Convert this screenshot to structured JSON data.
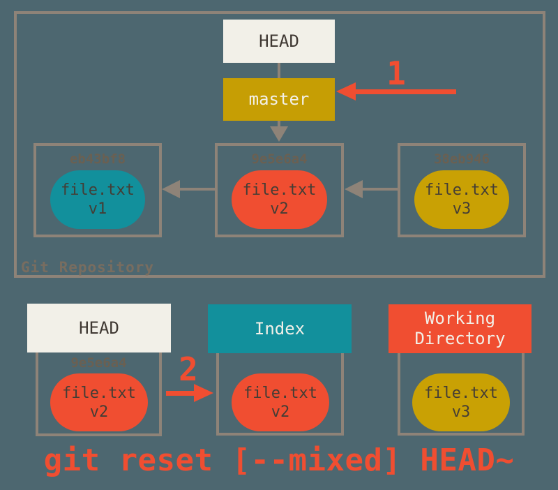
{
  "colors": {
    "background": "#4d6770",
    "border_gray": "#8e8378",
    "accent_red": "#f04e31",
    "teal": "#12909c",
    "gold": "#c69e04",
    "cream": "#f2f0e8"
  },
  "repo": {
    "label": "Git Repository",
    "head_label": "HEAD",
    "branch_label": "master",
    "step_label": "1",
    "commits": [
      {
        "hash": "eb43bf8",
        "file": "file.txt",
        "version": "v1"
      },
      {
        "hash": "9e5e6a4",
        "file": "file.txt",
        "version": "v2"
      },
      {
        "hash": "38eb946",
        "file": "file.txt",
        "version": "v3"
      }
    ]
  },
  "bottom": {
    "step_label": "2",
    "head": {
      "title": "HEAD",
      "hash": "9e5e6a4",
      "file": "file.txt",
      "version": "v2"
    },
    "index": {
      "title": "Index",
      "file": "file.txt",
      "version": "v2"
    },
    "workdir": {
      "title": "Working Directory",
      "file": "file.txt",
      "version": "v3"
    }
  },
  "command": {
    "text": "git reset [--mixed] HEAD~"
  }
}
